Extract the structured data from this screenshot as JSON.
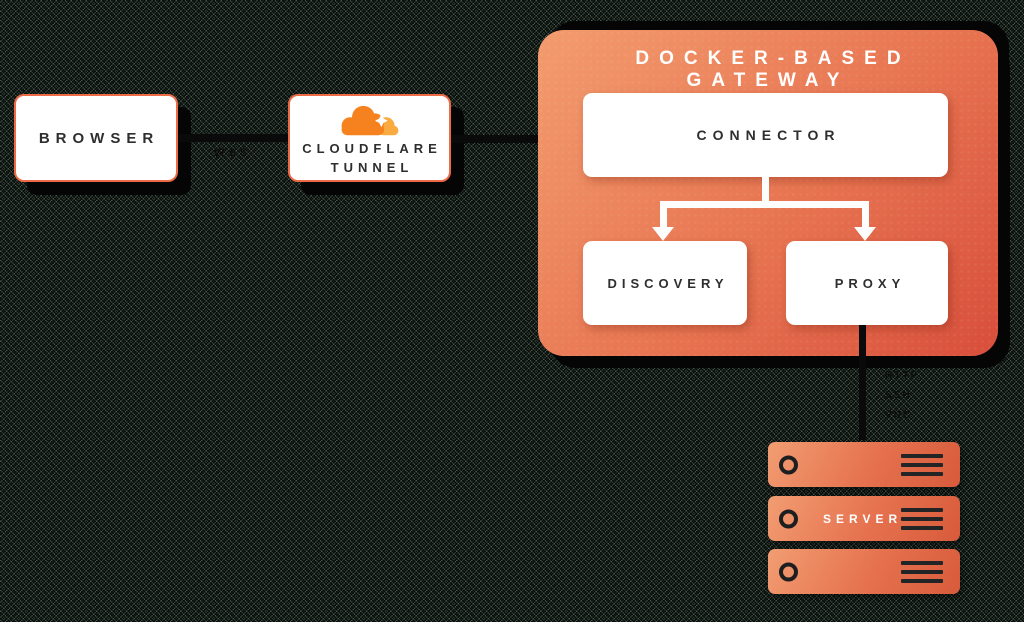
{
  "diagram": {
    "browser": {
      "label": "BROWSER"
    },
    "link_browser_tunnel": {
      "label": "WSS"
    },
    "cloudflare": {
      "name_line1": "CLOUDFLARE",
      "name_line2": "TUNNEL"
    },
    "gateway": {
      "title": "DOCKER-BASED GATEWAY",
      "connector_label": "CONNECTOR",
      "discovery_label": "DISCOVERY",
      "proxy_label": "PROXY"
    },
    "link_proxy_server": {
      "protocols": [
        "HTTP",
        "SSH",
        "VNC"
      ]
    },
    "servers": {
      "label": "SERVER",
      "count": 3
    },
    "colors": {
      "panel_gradient_start": "#F39C6E",
      "panel_gradient_end": "#D84E3B",
      "box_border": "#ED6A47",
      "cloudflare_orange": "#F6821F",
      "cloudflare_light_orange": "#F9AB41",
      "shadow": "#050505",
      "text_dark": "#2E2E2E",
      "text_light": "#FFFFFF"
    }
  }
}
